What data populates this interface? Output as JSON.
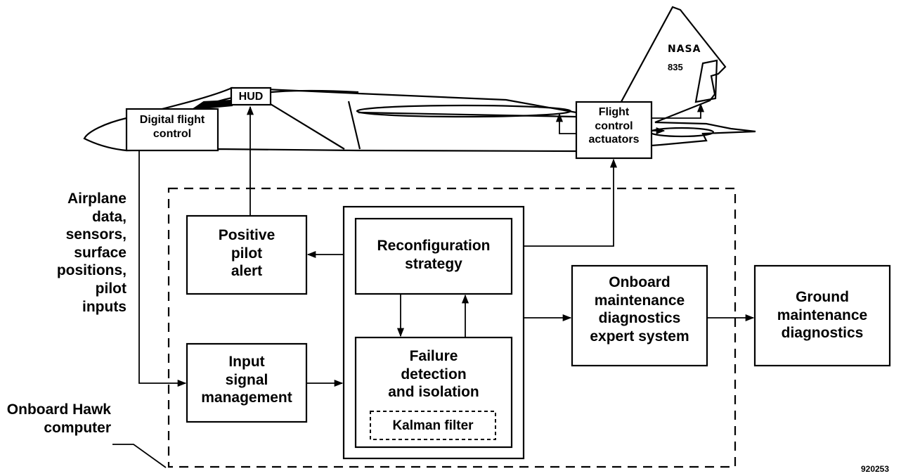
{
  "aircraft": {
    "logo_text": "NASA",
    "tail_number": "835"
  },
  "blocks": {
    "digital_flight_control": "Digital flight\ncontrol",
    "hud": "HUD",
    "flight_control_actuators": "Flight\ncontrol\nactuators",
    "positive_pilot_alert": "Positive\npilot\nalert",
    "reconfiguration_strategy": "Reconfiguration\nstrategy",
    "input_signal_management": "Input\nsignal\nmanagement",
    "failure_detection": "Failure\ndetection\nand isolation",
    "kalman_filter": "Kalman filter",
    "onboard_maintenance": "Onboard\nmaintenance\ndiagnostics\nexpert system",
    "ground_maintenance": "Ground\nmaintenance\ndiagnostics"
  },
  "annotations": {
    "airplane_data": "Airplane\ndata,\nsensors,\nsurface\npositions,\npilot\ninputs",
    "onboard_computer": "Onboard Hawk\ncomputer",
    "figure_number": "920253"
  }
}
